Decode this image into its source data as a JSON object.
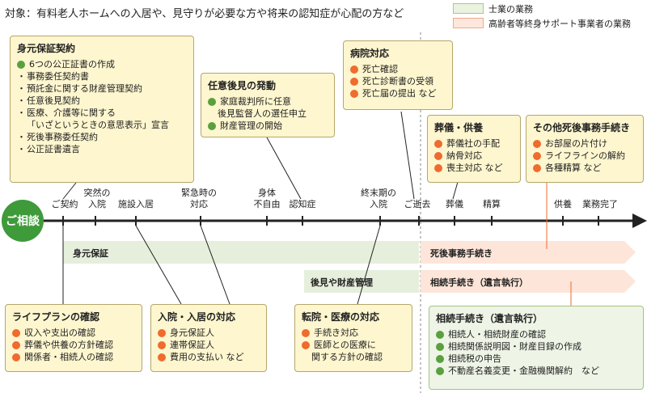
{
  "header": {
    "text": "対象：有料老人ホームへの入居や、見守りが必要な方や将来の認知症が心配の方など"
  },
  "legend": {
    "items": [
      {
        "label": "士業の業務",
        "color": "#a8c98a"
      },
      {
        "label": "高齢者等終身サポート事業者の業務",
        "color": "#f4a98a"
      }
    ]
  },
  "start": {
    "label": "ご相談"
  },
  "timeline": {
    "events": [
      {
        "label": "ご契約"
      },
      {
        "label": "突然の\n入院"
      },
      {
        "label": "施設入居"
      },
      {
        "label": "緊急時の\n対応"
      },
      {
        "label": "身体\n不自由"
      },
      {
        "label": "認知症"
      },
      {
        "label": "終末期の\n入院"
      },
      {
        "label": "ご逝去"
      },
      {
        "label": "葬儀"
      },
      {
        "label": "精算"
      },
      {
        "label": "供養"
      },
      {
        "label": "業務完了"
      }
    ]
  },
  "bands": {
    "green1": "身元保証",
    "orange1": "死後事務手続き",
    "green2": "後見や財産管理",
    "orange2": "相続手続き（遺言執行）"
  },
  "callouts": {
    "mimoto": {
      "title": "身元保証契約",
      "items": [
        {
          "type": "g",
          "text": "6つの公正証書の作成"
        },
        {
          "type": "dotline",
          "text": "事務委任契約書"
        },
        {
          "type": "dotline",
          "text": "預託金に関する財産管理契約"
        },
        {
          "type": "dotline",
          "text": "任意後見契約"
        },
        {
          "type": "dotline",
          "text": "医療、介護等に関する"
        },
        {
          "type": "plain",
          "text": "「いざというときの意思表示」宣言"
        },
        {
          "type": "dotline",
          "text": "死後事務委任契約"
        },
        {
          "type": "dotline",
          "text": "公正証書遺言"
        }
      ]
    },
    "nini": {
      "title": "任意後見の発動",
      "items": [
        {
          "type": "g",
          "text": "家庭裁判所に任意"
        },
        {
          "type": "plain",
          "text": "後見監督人の選任申立"
        },
        {
          "type": "g",
          "text": "財産管理の開始"
        }
      ]
    },
    "byoin": {
      "title": "病院対応",
      "items": [
        {
          "type": "o",
          "text": "死亡確認"
        },
        {
          "type": "o",
          "text": "死亡診断書の受領"
        },
        {
          "type": "o",
          "text": "死亡届の提出 など"
        }
      ]
    },
    "sogi": {
      "title": "葬儀・供養",
      "items": [
        {
          "type": "o",
          "text": "葬儀社の手配"
        },
        {
          "type": "o",
          "text": "納骨対応"
        },
        {
          "type": "o",
          "text": "喪主対応 など"
        }
      ]
    },
    "sonota": {
      "title": "その他死後事務手続き",
      "items": [
        {
          "type": "o",
          "text": "お部屋の片付け"
        },
        {
          "type": "o",
          "text": "ライフラインの解約"
        },
        {
          "type": "o",
          "text": "各種精算 など"
        }
      ]
    },
    "life": {
      "title": "ライフプランの確認",
      "items": [
        {
          "type": "o",
          "text": "収入や支出の確認"
        },
        {
          "type": "o",
          "text": "葬儀や供養の方針確認"
        },
        {
          "type": "o",
          "text": "関係者・相続人の確認"
        }
      ]
    },
    "nyuin": {
      "title": "入院・入居の対応",
      "items": [
        {
          "type": "o",
          "text": "身元保証人"
        },
        {
          "type": "o",
          "text": "連帯保証人"
        },
        {
          "type": "o",
          "text": "費用の支払い など"
        }
      ]
    },
    "tenin": {
      "title": "転院・医療の対応",
      "items": [
        {
          "type": "o",
          "text": "手続き対応"
        },
        {
          "type": "o",
          "text": "医師との医療に"
        },
        {
          "type": "plain",
          "text": "関する方針の確認"
        }
      ]
    },
    "sozoku": {
      "title": "相続手続き（遺言執行）",
      "items": [
        {
          "type": "g",
          "text": "相続人・相続財産の確認"
        },
        {
          "type": "g",
          "text": "相続関係説明図・財産目録の作成"
        },
        {
          "type": "g",
          "text": "相続税の申告"
        },
        {
          "type": "g",
          "text": "不動産名義変更・金融機関解約　など"
        }
      ]
    }
  }
}
